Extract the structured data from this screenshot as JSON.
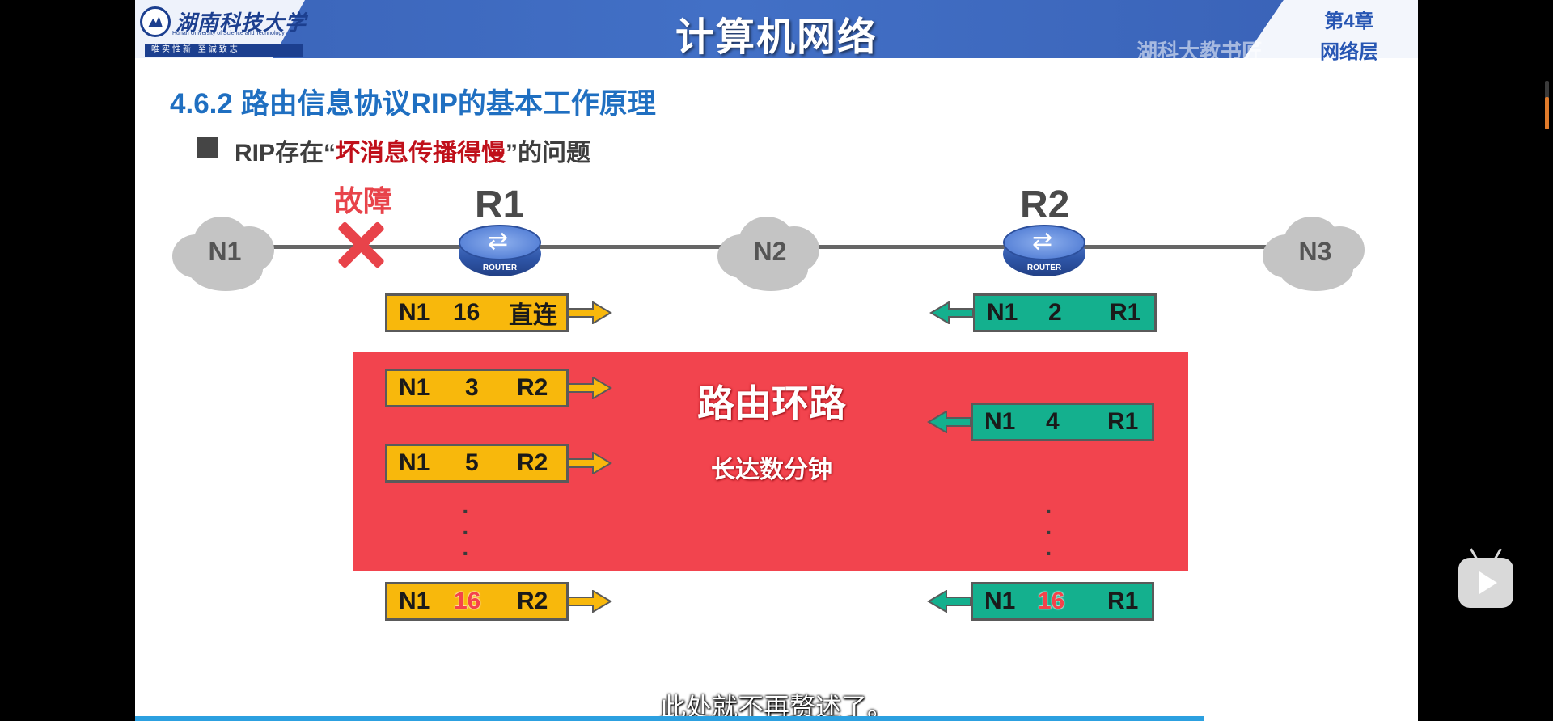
{
  "header": {
    "university_name": "湖南科技大学",
    "university_english": "Hunan University of Science and Technology",
    "motto": "唯实惟新 至诚致志",
    "course_title": "计算机网络",
    "chapter_number": "第4章",
    "chapter_name": "网络层",
    "watermark": "湖科大教书匠"
  },
  "section_title": "4.6.2 路由信息协议RIP的基本工作原理",
  "topic": {
    "prefix": "RIP存在“",
    "highlight": "坏消息传播得慢",
    "suffix": "”的问题"
  },
  "topology": {
    "networks": [
      "N1",
      "N2",
      "N3"
    ],
    "routers": [
      "R1",
      "R2"
    ],
    "router_text": "ROUTER",
    "fault_label": "故障"
  },
  "routes": {
    "r1_initial": {
      "dest": "N1",
      "distance": "16",
      "next_hop": "直连"
    },
    "r2_initial": {
      "dest": "N1",
      "distance": "2",
      "next_hop": "R1"
    },
    "r1_update_1": {
      "dest": "N1",
      "distance": "3",
      "next_hop": "R2"
    },
    "r2_update_1": {
      "dest": "N1",
      "distance": "4",
      "next_hop": "R1"
    },
    "r1_update_2": {
      "dest": "N1",
      "distance": "5",
      "next_hop": "R2"
    },
    "r1_final": {
      "dest": "N1",
      "distance": "16",
      "next_hop": "R2"
    },
    "r2_final": {
      "dest": "N1",
      "distance": "16",
      "next_hop": "R1"
    }
  },
  "loop": {
    "title": "路由环路",
    "duration": "长达数分钟"
  },
  "subtitle": "此处就不再赘述了。",
  "colors": {
    "header_blue": "#4270c6",
    "r1_entry": "#f8b80c",
    "r2_entry": "#14b08e",
    "loop_red": "#f2444e",
    "fault_red": "#e8434a",
    "section_blue": "#1f6fc1"
  },
  "icons": {
    "play": "play-icon",
    "fault": "cross-icon",
    "router": "router-icon",
    "cloud": "cloud-icon"
  }
}
